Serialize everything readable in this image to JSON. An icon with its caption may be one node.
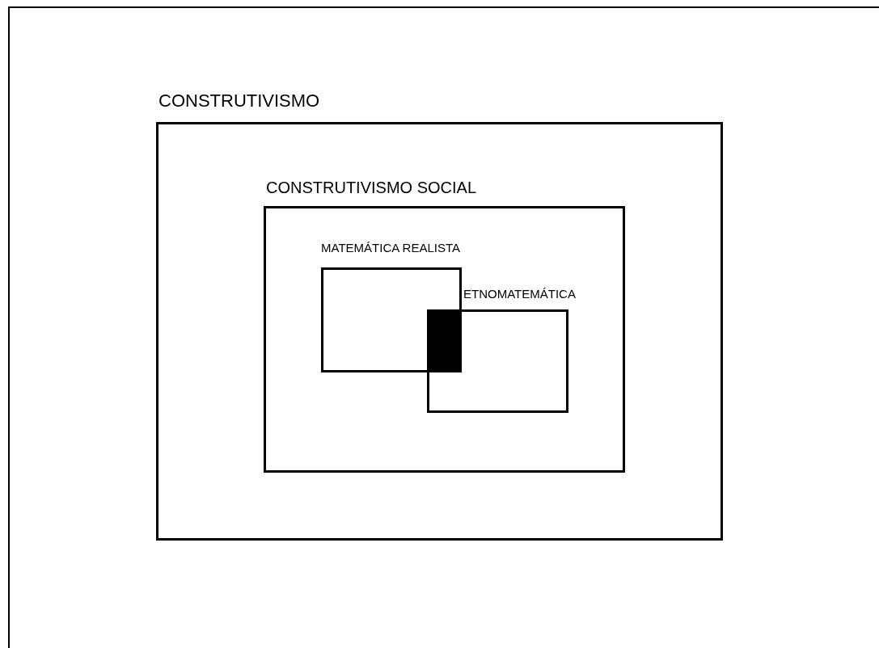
{
  "diagram": {
    "nodes": [
      {
        "text": [
          "CONSTRUTIVISMO"
        ]
      },
      {
        "text": [
          "CONSTRUTIVISMO SOCIAL"
        ],
        "in": 0
      },
      {
        "text": [
          "MATEMÁTICA REALISTA"
        ],
        "in": 1
      },
      {
        "text": [
          "ETNOMATEMÁTICA"
        ],
        "in": 1
      }
    ]
  }
}
